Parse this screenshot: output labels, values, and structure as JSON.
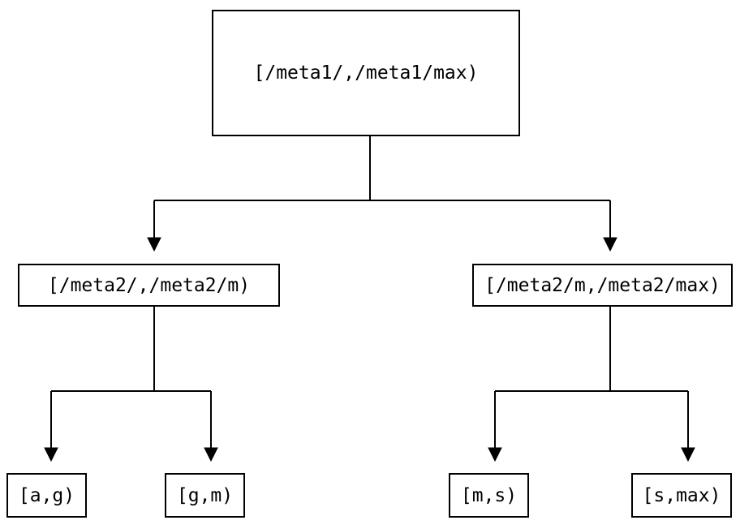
{
  "diagram": {
    "type": "tree",
    "nodes": {
      "root": {
        "label": "[/meta1/,/meta1/max)"
      },
      "left": {
        "label": "[/meta2/,/meta2/m)"
      },
      "right": {
        "label": "[/meta2/m,/meta2/max)"
      },
      "leaf_ag": {
        "label": "[a,g)"
      },
      "leaf_gm": {
        "label": "[g,m)"
      },
      "leaf_ms": {
        "label": "[m,s)"
      },
      "leaf_smax": {
        "label": "[s,max)"
      }
    },
    "edges": [
      {
        "from": "root",
        "to": "left"
      },
      {
        "from": "root",
        "to": "right"
      },
      {
        "from": "left",
        "to": "leaf_ag"
      },
      {
        "from": "left",
        "to": "leaf_gm"
      },
      {
        "from": "right",
        "to": "leaf_ms"
      },
      {
        "from": "right",
        "to": "leaf_smax"
      }
    ],
    "colors": {
      "line": "#000000",
      "text": "#000000",
      "background": "#ffffff"
    }
  }
}
